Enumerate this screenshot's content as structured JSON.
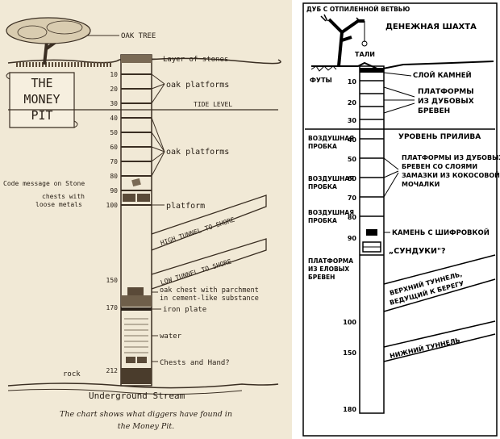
{
  "left": {
    "title_line1": "THE",
    "title_line2": "MONEY",
    "title_line3": "PIT",
    "labels": {
      "oak_tree": "OAK TREE",
      "layer_of_stones": "Layer of stones",
      "oak_platforms_1": "oak platforms",
      "tide_level": "TIDE LEVEL",
      "oak_platforms_2": "oak platforms",
      "code_message": "Code message on Stone",
      "chests_line1": "chests with",
      "chests_line2": "loose metals",
      "platform": "platform",
      "high_tunnel": "HIGH TUNNEL TO SHORE",
      "low_tunnel": "LOW TUNNEL TO SHORE",
      "oak_chest_line1": "oak chest with parchment",
      "oak_chest_line2": "in cement-like substance",
      "iron_plate": "iron plate",
      "water": "water",
      "chests_hand": "Chests and Hand?",
      "rock": "rock",
      "underground_stream": "Underground Stream"
    },
    "depths": [
      "10",
      "20",
      "30",
      "40",
      "50",
      "60",
      "70",
      "80",
      "90",
      "100",
      "150",
      "170",
      "212"
    ],
    "caption_line1": "The chart shows what diggers have found in",
    "caption_line2": "the Money Pit."
  },
  "right": {
    "labels": {
      "oak_cut_branch": "ДУБ С ОТПИЛЕННОЙ ВЕТВЬЮ",
      "money_shaft": "ДЕНЕЖНАЯ ШАХТА",
      "tali": "ТАЛИ",
      "feet": "ФУТЫ",
      "stone_layer": "СЛОЙ КАМНЕЙ",
      "oak_log_platforms_1": "ПЛАТФОРМЫ",
      "oak_log_platforms_2": "ИЗ ДУБОВЫХ",
      "oak_log_platforms_3": "БРЕВЕН",
      "air_plug_a1": "ВОЗДУШНАЯ",
      "air_plug_a2": "ПРОБКА",
      "tide_level": "УРОВЕНЬ ПРИЛИВА",
      "air_plug_b1": "ВОЗДУШНАЯ",
      "air_plug_b2": "ПРОБКА",
      "layered_1": "ПЛАТФОРМЫ ИЗ ДУБОВЫХ",
      "layered_2": "БРЕВЕН СО СЛОЯМИ",
      "layered_3": "ЗАМАЗКИ ИЗ КОКОСОВОЙ",
      "layered_4": "МОЧАЛКИ",
      "air_plug_c1": "ВОЗДУШНАЯ",
      "air_plug_c2": "ПРОБКА",
      "cipher_stone": "КАМЕНЬ С ШИФРОВКОЙ",
      "chests_q": "„СУНДУКИ\"?",
      "spruce_1": "ПЛАТФОРМА",
      "spruce_2": "ИЗ ЕЛОВЫХ",
      "spruce_3": "БРЕВЕН",
      "upper_tunnel_1": "ВЕРХНИЙ ТУННЕЛЬ,",
      "upper_tunnel_2": "ВЕДУЩИЙ К БЕРЕГУ",
      "lower_tunnel": "НИЖНИЙ ТУННЕЛЬ"
    },
    "depths": [
      "10",
      "20",
      "30",
      "40",
      "50",
      "60",
      "70",
      "80",
      "90",
      "100",
      "150",
      "180"
    ]
  }
}
